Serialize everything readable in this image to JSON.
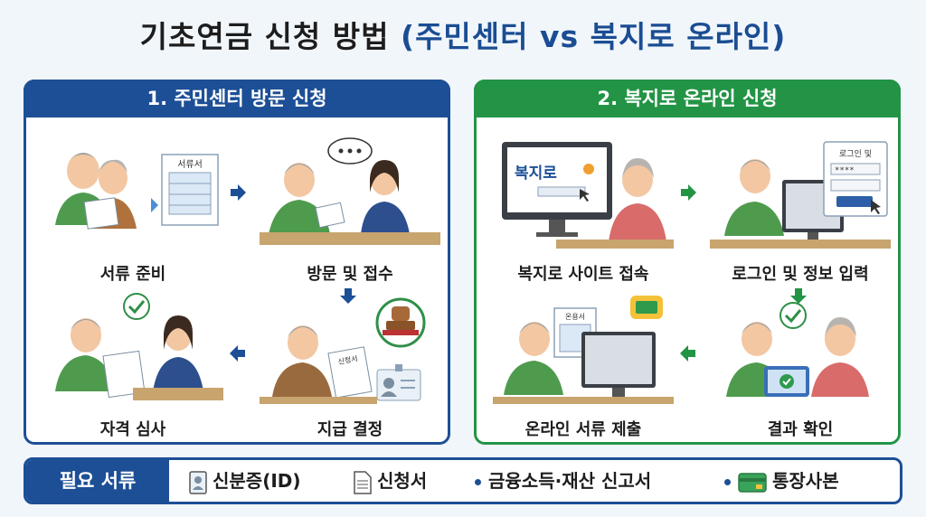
{
  "title": {
    "part1": "기초연금 신청 방법",
    "part2": "(주민센터 vs 복지로 온라인)"
  },
  "left_panel": {
    "header": "1. 주민센터 방문 신청",
    "steps": [
      "서류 준비",
      "방문 및 접수",
      "지급 결정",
      "자격 심사"
    ],
    "doc_label": "서류서",
    "form_label": "신청서"
  },
  "right_panel": {
    "header": "2. 복지로 온라인 신청",
    "steps": [
      "복지로 사이트 접속",
      "로그인 및 정보 입력",
      "결과 확인",
      "온라인 서류 제출"
    ],
    "site_logo": "복지로",
    "login_label": "로그인 및",
    "login_password": "****",
    "upload_label": "온용서"
  },
  "footer": {
    "label": "필요 서류",
    "items": [
      "신분증(ID)",
      "신청서",
      "금융소득·재산 신고서",
      "통장사본"
    ]
  },
  "colors": {
    "blue": "#1c4f96",
    "green": "#239445"
  },
  "icons": [
    "id-card-icon",
    "document-icon",
    "bullet-icon",
    "bankbook-icon"
  ]
}
